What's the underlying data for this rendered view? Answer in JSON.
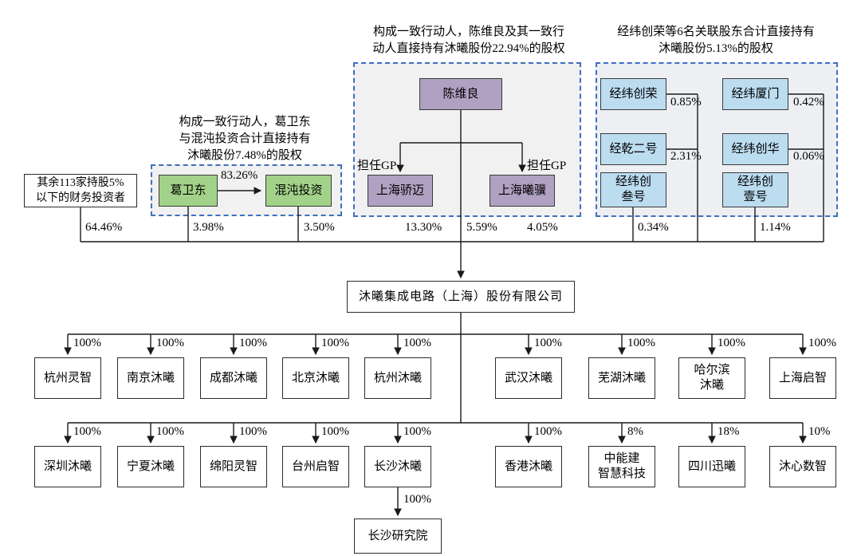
{
  "notes": {
    "chen": "构成一致行动人，陈维良及其一致行\n动人直接持有沐曦股份22.94%的股权",
    "jingwei": "经纬创荣等6名关联股东合计直接持有\n沐曦股份5.13%的股权",
    "ge": "构成一致行动人，葛卫东\n与混沌投资合计直接持有\n沐曦股份7.48%的股权"
  },
  "shareholders": {
    "other_investors": {
      "name": "其余113家持股5%\n以下的财务投资者",
      "pct": "64.46%"
    },
    "ge_weidong": {
      "name": "葛卫东",
      "pct": "3.98%"
    },
    "hundun": {
      "name": "混沌投资",
      "pct": "3.50%"
    },
    "ge_hundun_link_pct": "83.26%",
    "chen_weiliang": {
      "name": "陈维良",
      "pct": "5.59%"
    },
    "jiaomai": {
      "name": "上海骄迈",
      "pct": "13.30%",
      "role": "担任GP"
    },
    "xiji": {
      "name": "上海曦骥",
      "pct": "4.05%",
      "role": "担任GP"
    },
    "jw_chuangrong": {
      "name": "经纬创荣",
      "pct": "0.85%"
    },
    "jq_erhao": {
      "name": "经乾二号",
      "pct": "2.31%"
    },
    "jw_sanhao": {
      "name": "经纬创\n叁号",
      "pct": "0.34%"
    },
    "jw_xiamen": {
      "name": "经纬厦门",
      "pct": "0.42%"
    },
    "jw_chuanghua": {
      "name": "经纬创华",
      "pct": "0.06%"
    },
    "jw_yihao": {
      "name": "经纬创\n壹号",
      "pct": "1.14%"
    }
  },
  "company": {
    "name": "沐曦集成电路（上海）股份有限公司"
  },
  "subs": {
    "row1": [
      {
        "name": "杭州灵智",
        "pct": "100%"
      },
      {
        "name": "南京沐曦",
        "pct": "100%"
      },
      {
        "name": "成都沐曦",
        "pct": "100%"
      },
      {
        "name": "北京沐曦",
        "pct": "100%"
      },
      {
        "name": "杭州沐曦",
        "pct": "100%"
      },
      {
        "name": "武汉沐曦",
        "pct": "100%"
      },
      {
        "name": "芜湖沐曦",
        "pct": "100%"
      },
      {
        "name": "哈尔滨\n沐曦",
        "pct": "100%"
      },
      {
        "name": "上海启智",
        "pct": "100%"
      }
    ],
    "row2": [
      {
        "name": "深圳沐曦",
        "pct": "100%"
      },
      {
        "name": "宁夏沐曦",
        "pct": "100%"
      },
      {
        "name": "绵阳灵智",
        "pct": "100%"
      },
      {
        "name": "台州启智",
        "pct": "100%"
      },
      {
        "name": "长沙沐曦",
        "pct": "100%"
      },
      {
        "name": "香港沐曦",
        "pct": "100%"
      },
      {
        "name": "中能建\n智慧科技",
        "pct": "8%"
      },
      {
        "name": "四川迅曦",
        "pct": "18%"
      },
      {
        "name": "沐心数智",
        "pct": "10%"
      }
    ],
    "research": {
      "name": "长沙研究院",
      "pct": "100%"
    }
  }
}
